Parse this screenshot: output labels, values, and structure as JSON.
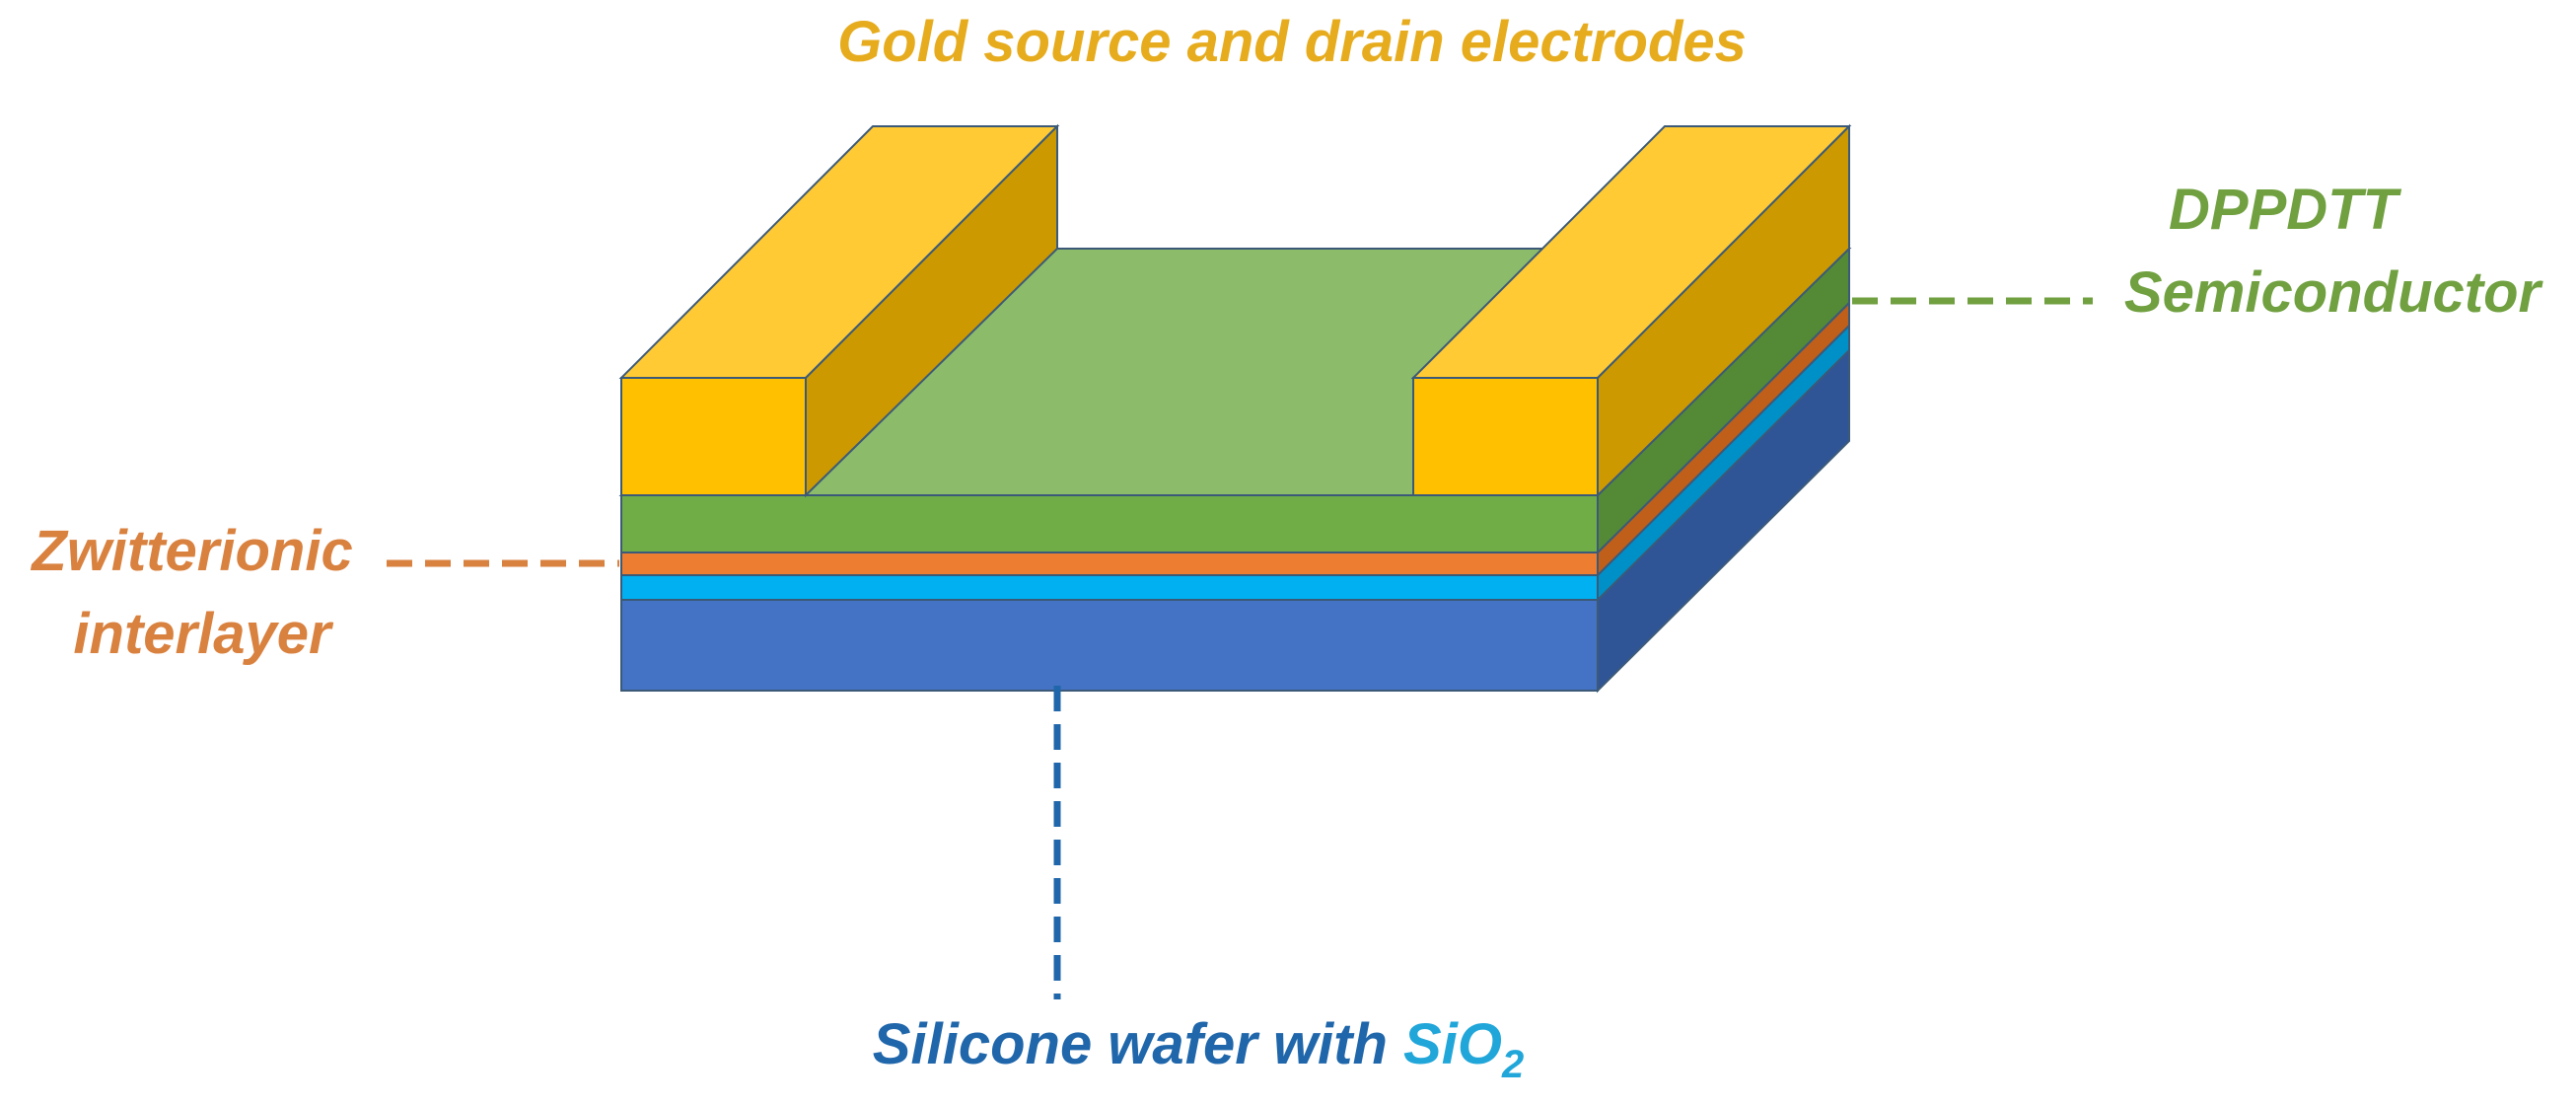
{
  "colors": {
    "gold": "#FFC000",
    "gold_light": "#FFCA33",
    "gold_dark": "#CC9A00",
    "gold_text": "#E6AC1E",
    "semiconductor_green": "#70AD47",
    "semiconductor_green_top": "#8CBC6A",
    "semiconductor_green_side": "#548A35",
    "semiconductor_text": "#70A040",
    "interlayer_orange": "#ED7D31",
    "interlayer_orange_side": "#C05F1A",
    "interlayer_text": "#D9813F",
    "oxide_blue": "#00B0F0",
    "oxide_blue_side": "#0090C8",
    "wafer_blue": "#4472C4",
    "wafer_blue_side": "#2F5597",
    "wafer_text": "#1F66AA",
    "sio2_text": "#21A6D9",
    "outline": "#3C5A78"
  },
  "labels": {
    "electrodes": "Gold source and drain electrodes",
    "semiconductor_line1": "DPPDTT",
    "semiconductor_line2": "Semiconductor",
    "interlayer_line1": "Zwitterionic",
    "interlayer_line2": "interlayer",
    "wafer_prefix": "Silicone wafer with ",
    "wafer_oxide": "SiO",
    "wafer_oxide_subscript": "2"
  }
}
